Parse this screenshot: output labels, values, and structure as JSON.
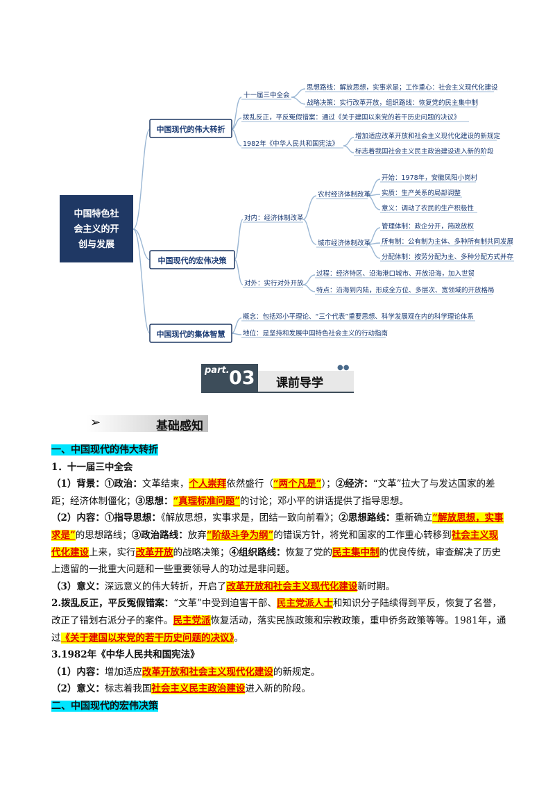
{
  "mindmap": {
    "root": "中国特色社会主义的开创与发展",
    "root_lines": [
      "中国特色社",
      "会主义的开",
      "创与发展"
    ],
    "branches": [
      {
        "label": "中国现代的伟大转折",
        "items": [
          {
            "label": "十一届三中全会",
            "leaves": [
              "思想路线：解放思想，实事求是；工作重心：社会主义现代化建设",
              "战略决策：实行改革开放，组织路线：恢复党的民主集中制"
            ]
          },
          {
            "label": "拨乱反正，平反冤假错案：通过《关于建国以来党的若干历史问题的决议》",
            "leaves": []
          },
          {
            "label": "1982年《中华人民共和国宪法》",
            "leaves": [
              "增加适应改革开放和社会主义现代化建设的新规定",
              "标志着我国社会主义民主政治建设进入新的阶段"
            ]
          }
        ]
      },
      {
        "label": "中国现代的宏伟决策",
        "items": [
          {
            "label": "对内：经济体制改革",
            "sub": [
              {
                "label": "农村经济体制改革",
                "leaves": [
                  "开始：1978年，安徽凤阳小岗村",
                  "实质：生产关系的局部调整",
                  "意义：调动了农民的生产积极性"
                ]
              },
              {
                "label": "城市经济体制改革",
                "leaves": [
                  "管理体制：政企分开，简政放权",
                  "所有制：公有制为主体、多种所有制共同发展",
                  "分配体制：按劳分配为主、多种分配方式并存"
                ]
              }
            ]
          },
          {
            "label": "对外：实行对外开放",
            "leaves": [
              "过程：经济特区、沿海港口城市、开放沿海，加入世贸",
              "特点：沿海到内陆，形成全方位、多层次、宽领域的开放格局"
            ]
          }
        ]
      },
      {
        "label": "中国现代的集体智慧",
        "items": [
          {
            "label": "概念：包括邓小平理论、“三个代表”重要思想、科学发展观在内的科学理论体系",
            "leaves": []
          },
          {
            "label": "地位：是坚持和发展中国特色社会主义的行动指南",
            "leaves": []
          }
        ]
      }
    ]
  },
  "part_banner": {
    "part_word": "part.",
    "number": "03",
    "title": "课前导学"
  },
  "basic": {
    "arrow": "➢",
    "heading": "基础感知"
  },
  "sections": {
    "s1_title": "一、中国现代的伟大转折",
    "s1_1": "1．十一届三中全会",
    "p1": {
      "a": "（1）背景：",
      "b": "①政治：",
      "c": "文革结束，",
      "h1": "个人崇拜",
      "d": "依然盛行（",
      "h2": "“两个凡是”",
      "e": "）；",
      "f": "②经济：",
      "g": "“文革”拉大了与发达国家的差距；经济体制僵化；",
      "h": "③思想：",
      "h3": "“真理标准问题”",
      "i": "的讨论；邓小平的讲话提供了指导思想。"
    },
    "p2": {
      "a": "（2）内容：",
      "b": "①指导思想：",
      "c": "《解放思想，实事求是，团结一致向前看》；",
      "d": "②思想路线：",
      "e": "重新确立",
      "h1": "“解放思想，实事求是”",
      "f": "的思想路线；",
      "g": "③政治路线：",
      "h": "放弃",
      "h2": "“阶级斗争为纲”",
      "i": "的错误方针，将党和国家的工作重心转移到",
      "h3": "社会主义现代化建设",
      "j": "上来，实行",
      "h4": "改革开放",
      "k": "的战略决策；",
      "l": "④组织路线：",
      "m": "恢复了党的",
      "h5": "民主集中制",
      "n": "的优良传统，审查解决了历史上遗留的一批重大问题和一些重要领导人的功过是非问题。"
    },
    "p3": {
      "a": "（3）意义：",
      "b": "深远意义的伟大转折，开启了",
      "h1": "改革开放和社会主义现代化建设",
      "c": "新时期。"
    },
    "p4": {
      "a": "2.拨乱反正，平反冤假错案：",
      "b": "“文革”中受到迫害干部、",
      "h1": "民主党派人士",
      "c": "和知识分子陆续得到平反，恢复了名誉，改正了错划右派分子的案件。",
      "h2": "民主党派",
      "d": "恢复活动，落实民族政策和宗教政策，重申侨务政策等等。1981年，通过",
      "h3": "《关于建国以来党的若干历史问题的决议》",
      "e": "。"
    },
    "s1_3": "3.1982年《中华人民共和国宪法》",
    "p5": {
      "a": "（1）内容：",
      "b": "增加适应",
      "h1": "改革开放和社会主义现代化建设",
      "c": "的新规定。"
    },
    "p6": {
      "a": "（2）意义：",
      "b": "标志着我国",
      "h1": "社会主义民主政治建设",
      "c": "进入新的阶段。"
    },
    "s2_title": "二、中国现代的宏伟决策"
  },
  "colors": {
    "root_bg": "#1f3864",
    "branch_border": "#1f3864",
    "connector": "#9bb7d4",
    "highlight": "#ffff00",
    "highlight_text": "#e00000",
    "heading_bg": "#00e5ff"
  }
}
